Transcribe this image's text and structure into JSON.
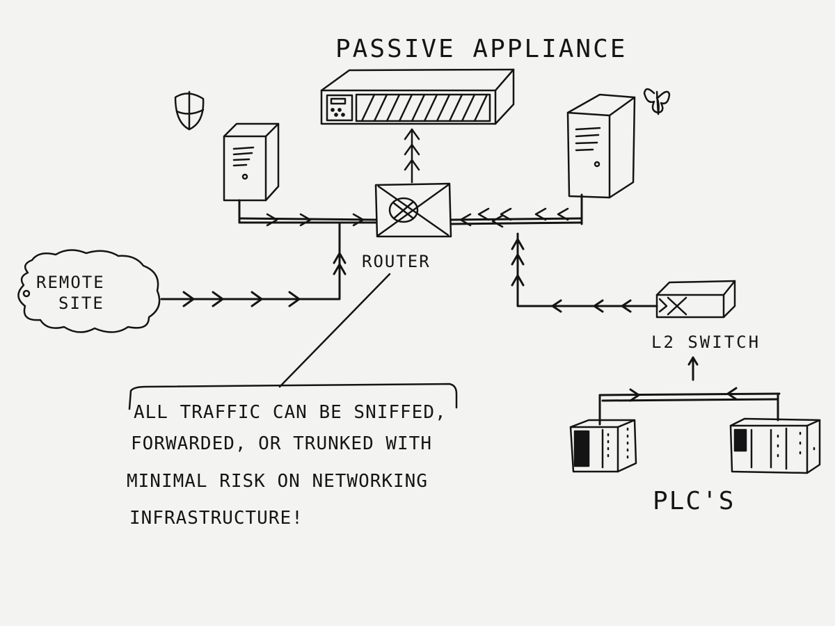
{
  "diagram": {
    "title": "PASSIVE APPLIANCE",
    "labels": {
      "router": "ROUTER",
      "l2_switch": "L2 SWITCH",
      "plcs": "PLC'S",
      "remote_site_line1": "REMOTE",
      "remote_site_line2": "SITE"
    },
    "note": {
      "line1": "ALL TRAFFIC CAN BE SNIFFED,",
      "line2": "FORWARDED, OR TRUNKED WITH",
      "line3": "MINIMAL RISK ON NETWORKING",
      "line4": "INFRASTRUCTURE!"
    },
    "icons": [
      "shield-icon",
      "butterfly-icon"
    ]
  }
}
